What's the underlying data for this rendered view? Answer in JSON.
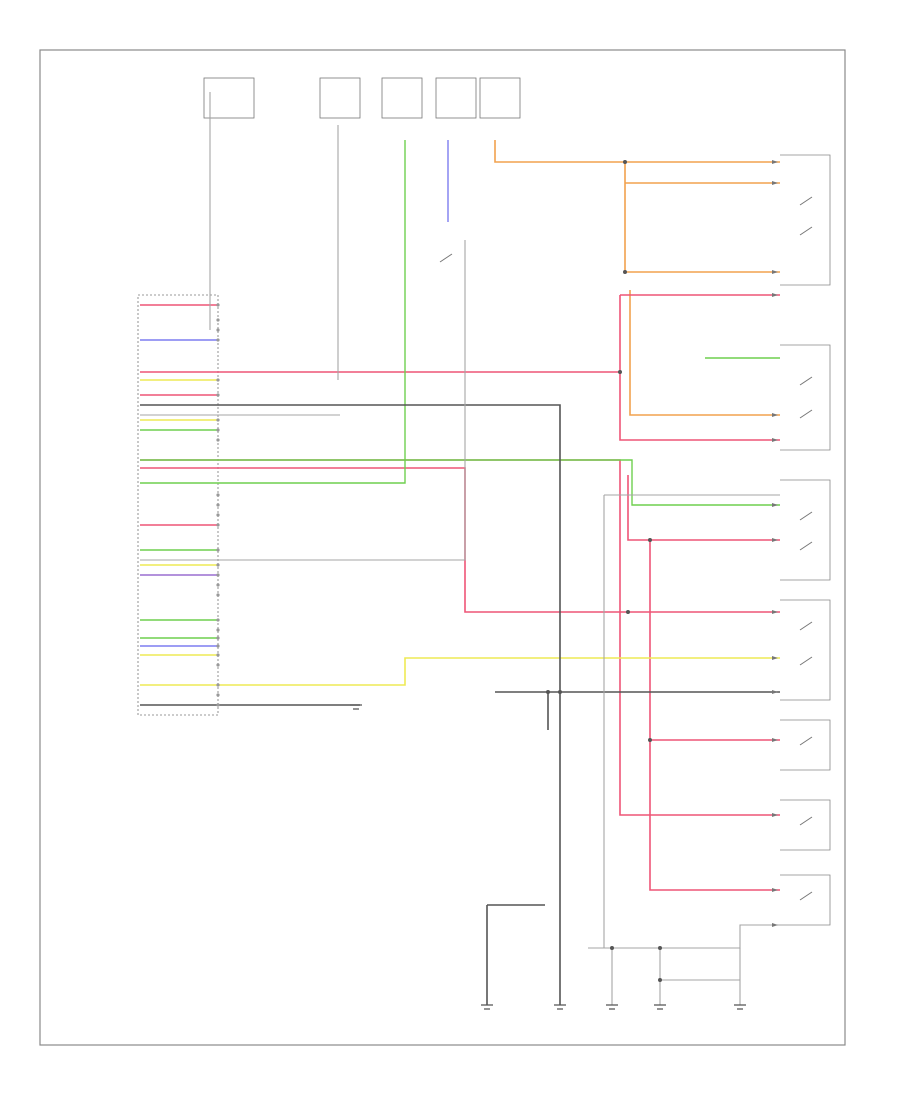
{
  "diagram": {
    "title": "",
    "footer_code": "",
    "colors": {
      "frame": "#7a7a7a",
      "wire_black": "#444444",
      "wire_gray": "#9a9a9a",
      "wire_green": "#6fcf4f",
      "wire_blue": "#7d7df0",
      "wire_orange": "#f2a24e",
      "wire_pink": "#ee5577",
      "wire_red": "#e43355",
      "wire_yellow": "#eeea55",
      "wire_violet": "#9a6fd0",
      "label_text": "#555555"
    },
    "connector_rows": 44,
    "switch_rows": 12,
    "ground_points": 5
  }
}
